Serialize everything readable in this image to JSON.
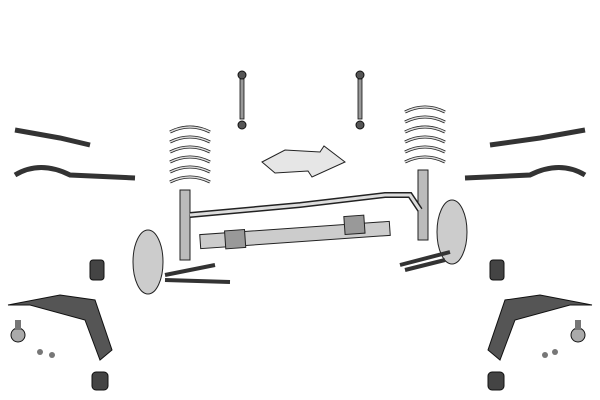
{
  "diagram": {
    "type": "exploded-parts-illustration",
    "colors": {
      "background": "#ffffff",
      "part_fill": "#b8b8b8",
      "part_dark": "#3a3a3a",
      "outline": "#1a1a1a",
      "arrow_fill": "#e6e6e6"
    },
    "parts": [
      "stabilizer-link-left",
      "stabilizer-link-right",
      "direction-arrow",
      "coil-spring-left",
      "coil-spring-right",
      "shock-absorber-left",
      "shock-absorber-right",
      "stabilizer-bar",
      "steering-rack",
      "brake-disc-left",
      "brake-disc-right",
      "tie-rod-end-left",
      "tie-rod-end-right",
      "tie-rod-left",
      "tie-rod-right",
      "control-arm-left",
      "control-arm-right",
      "ball-joint-left",
      "ball-joint-right",
      "bushing-left",
      "bushing-right",
      "mount-bushing-left",
      "mount-bushing-right"
    ]
  }
}
